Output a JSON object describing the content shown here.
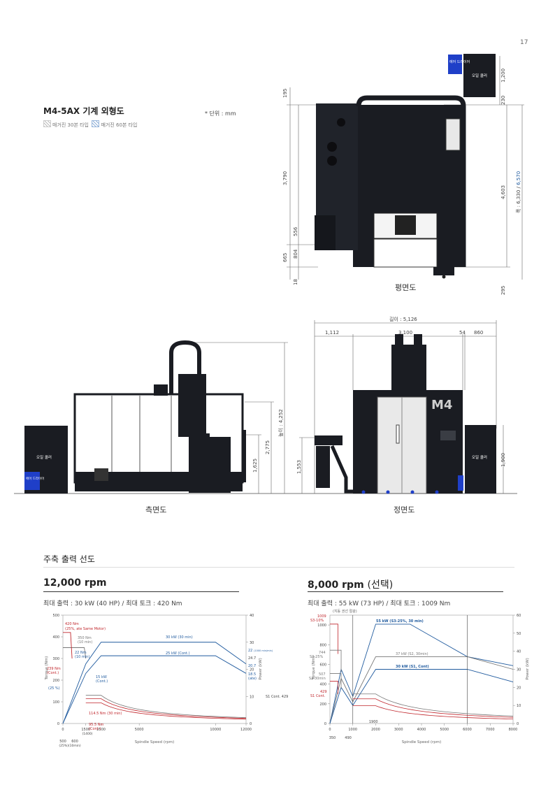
{
  "page_number": "17",
  "header": {
    "title": "M4-5AX 기계 외형도",
    "unit": "* 단위 : mm",
    "legend_30": "매거진 30본 타입",
    "legend_60": "매거진 60본 타입"
  },
  "plan_view": {
    "caption": "평면도",
    "dims": {
      "d195": "195",
      "d3790": "3,790",
      "d556": "556",
      "d665": "665",
      "d804": "804",
      "d18": "18",
      "d1200": "1,200",
      "d230": "230",
      "d4603": "4,603",
      "width_label": "폭 : 6,330 / ",
      "width_alt": "6,570",
      "d295": "295"
    },
    "air_dryer": "에어 드라이어",
    "oil_cooler": "오일 쿨러"
  },
  "side_view": {
    "caption": "측면도",
    "dims": {
      "height": "높이 : 4,252",
      "d2775": "2,775",
      "d1625": "1,625"
    },
    "oil_cooler": "오일 쿨러",
    "air_dryer": "에어 드라이어"
  },
  "front_view": {
    "caption": "정면도",
    "dims": {
      "length": "길이 : 5,126",
      "d1112": "1,112",
      "d3100": "3,100",
      "d54": "54",
      "d860": "860",
      "d1553": "1,553",
      "d1900": "1,900"
    },
    "logo": "M4",
    "oil_cooler": "오일 쿨러"
  },
  "section": {
    "title": "주축 출력 선도"
  },
  "colors": {
    "red": "#c0262c",
    "blue": "#1f5a9e",
    "gray": "#777777",
    "dark": "#1a1c22"
  },
  "chart_data": [
    {
      "type": "line",
      "title": "12,000 rpm",
      "subtitle": "최대 출력 : 30 kW (40 HP) / 최대 토크 : 420 Nm",
      "xlabel": "Spindle Speed (rpm)",
      "ylabel": "Torque (Nm)",
      "y2label": "Power (kW)",
      "xlim": [
        0,
        12000
      ],
      "ylim": [
        0,
        500
      ],
      "y2lim": [
        0,
        40
      ],
      "x_ticks": [
        "0",
        "1500",
        "2500",
        "5000",
        "10000",
        "12000"
      ],
      "x_ticks_extra": [
        "500",
        "600",
        "(1400)",
        "(25%)(10min)"
      ],
      "y_ticks": [
        "0",
        "100",
        "200",
        "300",
        "400",
        "500"
      ],
      "y2_ticks": [
        "0",
        "10",
        "20",
        "30",
        "40"
      ],
      "series": [
        {
          "name": "30 kW (30 min)",
          "axis": "power",
          "x": [
            0,
            1500,
            2500,
            10000,
            12000
          ],
          "y": [
            0,
            22,
            30,
            30,
            22
          ]
        },
        {
          "name": "25 kW (Cont.)",
          "axis": "power",
          "x": [
            0,
            1500,
            2500,
            10000,
            12000
          ],
          "y": [
            0,
            18.5,
            25,
            25,
            18.5
          ]
        },
        {
          "name": "350 Nm (10 min)",
          "axis": "torque",
          "x": [
            0,
            500,
            600,
            1400,
            1500
          ],
          "y": [
            350,
            350,
            350,
            350,
            300
          ]
        },
        {
          "name": "420 Nm (25%, ate Same Motor)",
          "axis": "torque",
          "x": [
            0,
            500,
            600
          ],
          "y": [
            420,
            420,
            300
          ]
        }
      ],
      "annotations": [
        "420 Nm",
        "(25%, ate Same Motor)",
        "350 Nm",
        "(10 min)",
        "22 Nm",
        "(10 min)",
        "239 Nm",
        "(Cont.)",
        "(25 %)",
        "15 kW",
        "(Cont.)",
        "114.5 Nm (30 min)",
        "95.5 Nm",
        "(Cont.)",
        "30 kW (30 min)",
        "25 kW (Cont.)",
        "22",
        "(1000 min/min)",
        "24.7",
        "20.7",
        "18.5",
        "(ate)",
        "S1 Cont. 429"
      ]
    },
    {
      "type": "line",
      "title": "8,000 rpm",
      "title_suffix": "(선택)",
      "subtitle": "최대 출력 : 55 kW (73 HP) / 최대 토크 : 1009 Nm",
      "note": "(지동 권선 절광)",
      "xlabel": "Spindle Speed (rpm)",
      "ylabel": "Torque (Nm)",
      "y2label": "Power (kW)",
      "xlim": [
        0,
        8000
      ],
      "ylim": [
        0,
        1100
      ],
      "y2lim": [
        0,
        60
      ],
      "x_ticks": [
        "0",
        "1000",
        "2000",
        "3000",
        "4000",
        "5000",
        "6000",
        "7000",
        "8000"
      ],
      "x_ticks_extra": [
        "350",
        "490",
        "1900"
      ],
      "y_ticks": [
        "0",
        "200",
        "400",
        "600",
        "800",
        "1000"
      ],
      "y2_ticks": [
        "0",
        "10",
        "20",
        "30",
        "40",
        "50",
        "60"
      ],
      "series": [
        {
          "name": "55 kW (S3-25%, 30 min)",
          "axis": "power",
          "x": [
            0,
            490,
            1000,
            2000,
            3500,
            6000,
            8000
          ],
          "y": [
            0,
            30,
            15,
            55,
            55,
            37,
            32
          ]
        },
        {
          "name": "37 kW (S2, 30min)",
          "axis": "power",
          "x": [
            0,
            490,
            1000,
            2000,
            6000,
            8000
          ],
          "y": [
            0,
            25,
            12,
            37,
            37,
            30
          ]
        },
        {
          "name": "30 kW (S1, Cont)",
          "axis": "power",
          "x": [
            0,
            490,
            1000,
            2000,
            6000,
            8000
          ],
          "y": [
            0,
            20,
            10,
            30,
            30,
            23
          ]
        }
      ],
      "annotations": [
        "1009",
        "S3-10%",
        "744",
        "S3-25%",
        "507",
        "S2 30min",
        "429",
        "S1 Cont.",
        "55 kW (S3-25%, 30 min)",
        "37 kW (S2, 30min)",
        "30 kW (S1, Cont)"
      ]
    }
  ]
}
